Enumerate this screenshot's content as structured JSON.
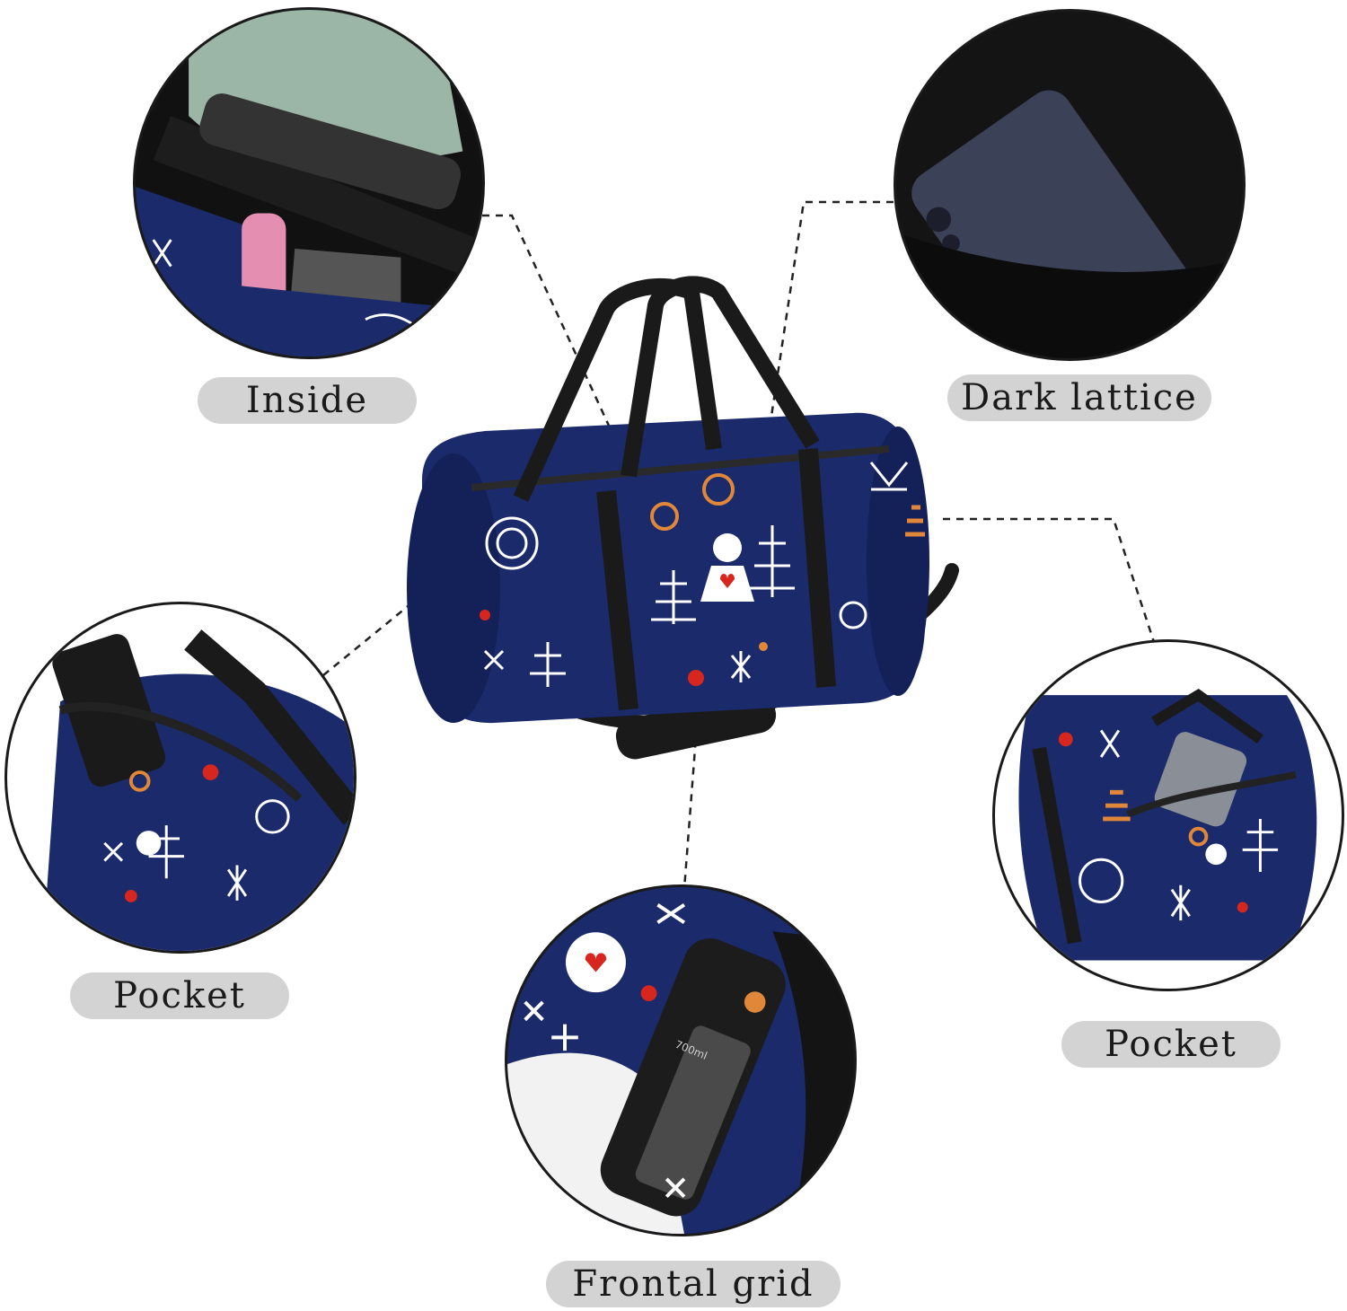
{
  "labels": {
    "inside": "Inside",
    "dark_lattice": "Dark lattice",
    "pocket_left": "Pocket",
    "pocket_right": "Pocket",
    "frontal_grid": "Frontal grid"
  },
  "colors": {
    "bag_navy": "#1b2a6b",
    "strap_black": "#1a1a1a",
    "label_bg": "#d3d3d3",
    "accent_red": "#d7261e",
    "accent_orange": "#e0873a",
    "motif_white": "#ffffff"
  },
  "bottle_marking": "700ml"
}
